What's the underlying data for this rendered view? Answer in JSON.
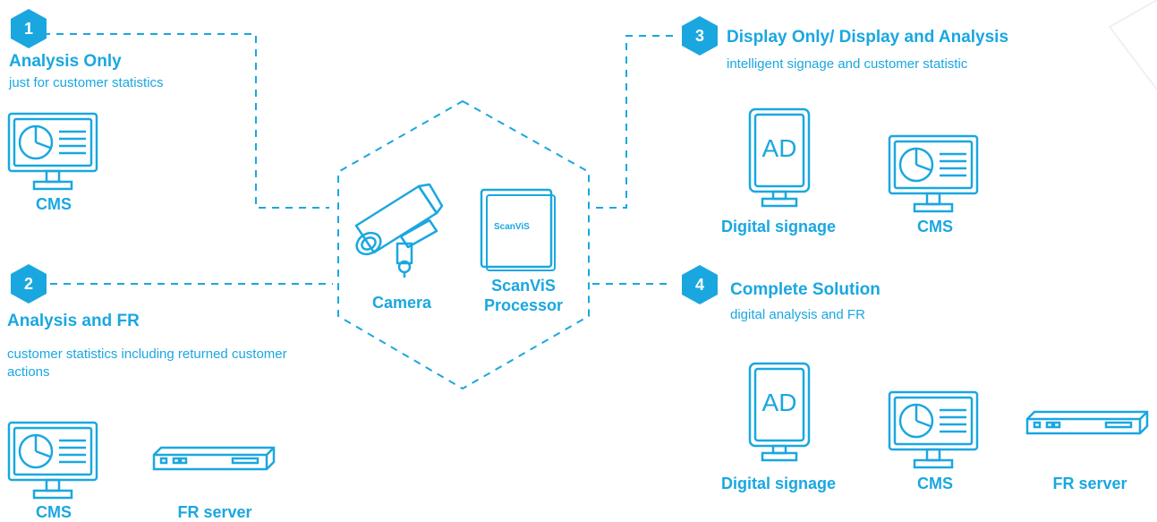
{
  "accent_color": "#1aa7e0",
  "center": {
    "camera_label": "Camera",
    "processor_label": "ScanViS Processor",
    "processor_logo": "ScanViS"
  },
  "scenarios": [
    {
      "number": "1",
      "title": "Analysis Only",
      "subtitle": "just for customer statistics",
      "devices": [
        "CMS"
      ]
    },
    {
      "number": "2",
      "title": "Analysis and FR",
      "subtitle": "customer statistics including returned customer actions",
      "devices": [
        "CMS",
        "FR server"
      ]
    },
    {
      "number": "3",
      "title": "Display Only/ Display and Analysis",
      "subtitle": "intelligent signage and customer statistic",
      "devices": [
        "Digital signage",
        "CMS"
      ]
    },
    {
      "number": "4",
      "title": "Complete Solution",
      "subtitle": "digital analysis and FR",
      "devices": [
        "Digital signage",
        "CMS",
        "FR server"
      ]
    }
  ],
  "icons": {
    "ad_text": "AD"
  }
}
